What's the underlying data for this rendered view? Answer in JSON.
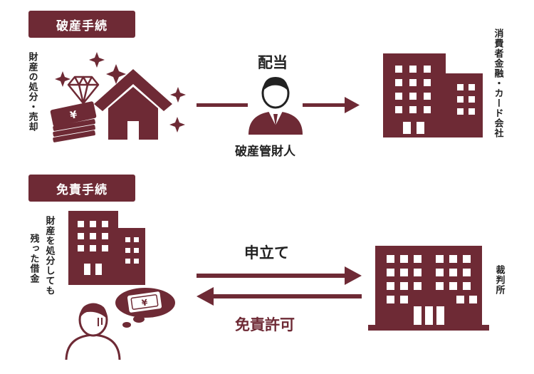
{
  "bankruptcy": {
    "title": "破産手続",
    "property_label": "財産の処分・売却",
    "dividend_label": "配当",
    "trustee_label": "破産管財人",
    "creditor_label": "消費者金融・カード会社"
  },
  "discharge": {
    "title": "免責手続",
    "remaining_debt_label_1": "残った借金",
    "remaining_debt_label_2": "財産を処分しても",
    "petition_label": "申立て",
    "grant_label": "免責許可",
    "court_label": "裁判所"
  },
  "colors": {
    "primary": "#6e2a35",
    "text": "#222222"
  }
}
